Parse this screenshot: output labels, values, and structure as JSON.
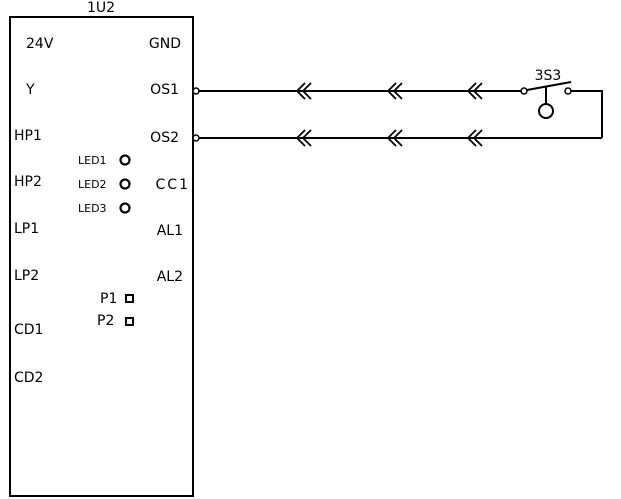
{
  "component": {
    "reference": "1U2",
    "left_pins": [
      "24V",
      "Y",
      "HP1",
      "HP2",
      "LP1",
      "LP2",
      "CD1",
      "CD2"
    ],
    "right_pins": [
      "GND",
      "OS1",
      "OS2",
      "CC1",
      "AL1",
      "AL2"
    ],
    "leds": [
      "LED1",
      "LED2",
      "LED3"
    ],
    "ports": [
      "P1",
      "P2"
    ]
  },
  "switch": {
    "reference": "3S3"
  },
  "connections": [
    {
      "from": "1U2.OS1",
      "to": "3S3"
    },
    {
      "from": "1U2.OS2",
      "to": "3S3"
    }
  ]
}
